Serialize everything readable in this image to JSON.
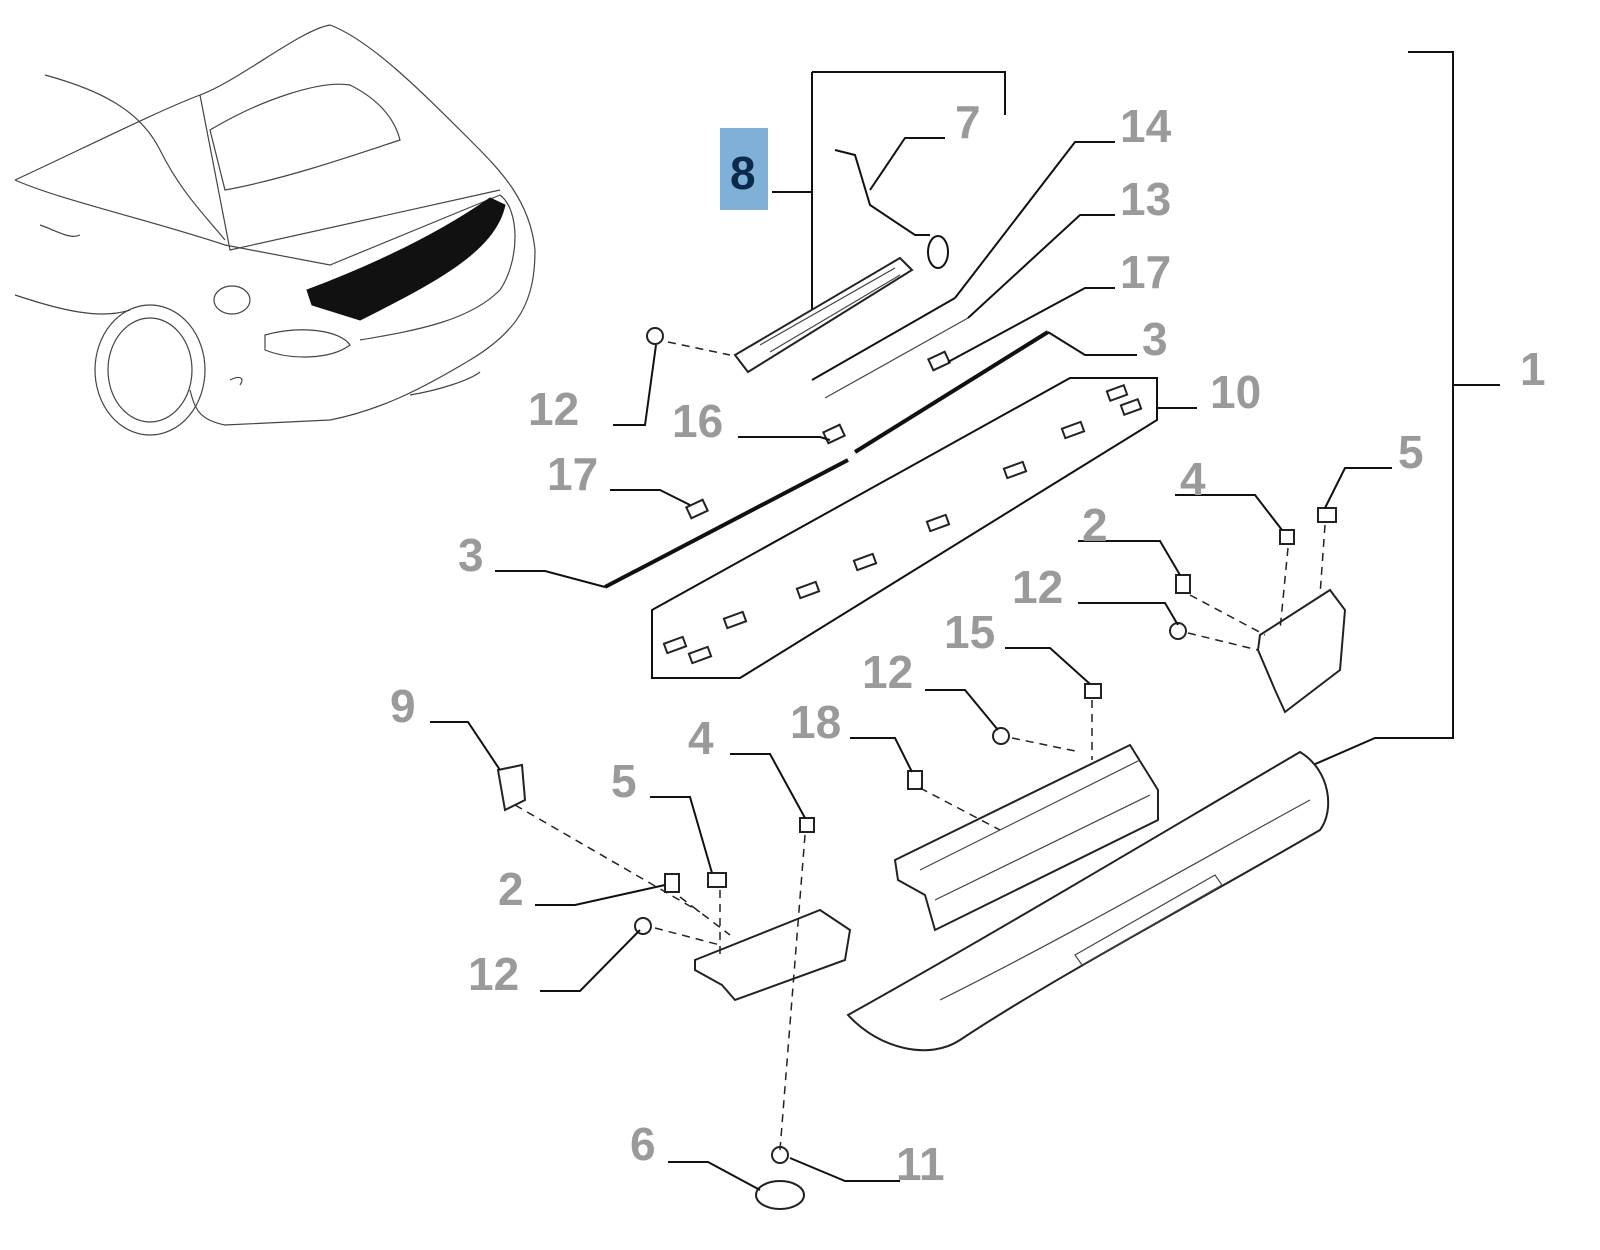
{
  "diagram": {
    "highlight_color": "#7fb0d8",
    "highlighted_part": "8",
    "labels": {
      "p1": "1",
      "p2a": "2",
      "p2b": "2",
      "p3a": "3",
      "p3b": "3",
      "p4a": "4",
      "p4b": "4",
      "p5a": "5",
      "p5b": "5",
      "p6": "6",
      "p7": "7",
      "p8": "8",
      "p9": "9",
      "p10": "10",
      "p11": "11",
      "p12a": "12",
      "p12b": "12",
      "p12c": "12",
      "p12d": "12",
      "p13": "13",
      "p14": "14",
      "p15": "15",
      "p16": "16",
      "p17a": "17",
      "p17b": "17",
      "p18": "18"
    }
  }
}
